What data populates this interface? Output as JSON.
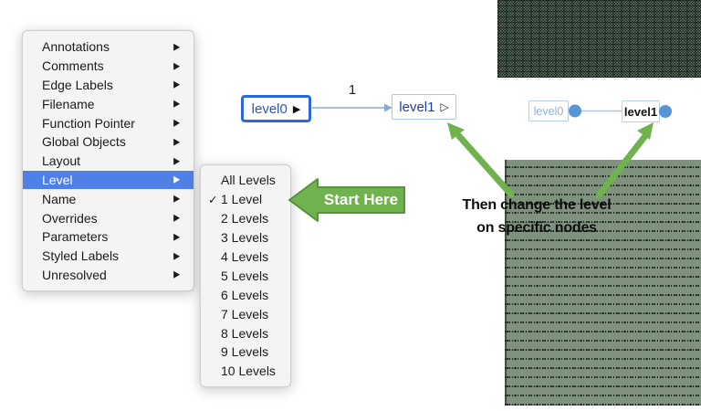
{
  "icons": {
    "menu_arrow": "▶",
    "check": "✓"
  },
  "colors": {
    "selection_blue": "#4f80e8",
    "node_border_blue": "#2c68dd",
    "edge_blue": "#85abd6",
    "port_blue": "#5795d6",
    "annotation_green": "#6fb24e",
    "texture_dark_green": "#5e7a66",
    "texture_light_green": "#7e927e"
  },
  "menu": {
    "highlighted_item": "Level",
    "items": [
      {
        "label": "Annotations"
      },
      {
        "label": "Comments"
      },
      {
        "label": "Edge Labels"
      },
      {
        "label": "Filename"
      },
      {
        "label": "Function Pointer"
      },
      {
        "label": "Global Objects"
      },
      {
        "label": "Layout"
      },
      {
        "label": "Level"
      },
      {
        "label": "Name"
      },
      {
        "label": "Overrides"
      },
      {
        "label": "Parameters"
      },
      {
        "label": "Styled Labels"
      },
      {
        "label": "Unresolved"
      }
    ]
  },
  "submenu": {
    "checked_item": "1 Level",
    "items": [
      {
        "label": "All Levels",
        "checked": false
      },
      {
        "label": "1 Level",
        "checked": true
      },
      {
        "label": "2 Levels",
        "checked": false
      },
      {
        "label": "3 Levels",
        "checked": false
      },
      {
        "label": "4 Levels",
        "checked": false
      },
      {
        "label": "5 Levels",
        "checked": false
      },
      {
        "label": "6 Levels",
        "checked": false
      },
      {
        "label": "7 Levels",
        "checked": false
      },
      {
        "label": "8 Levels",
        "checked": false
      },
      {
        "label": "9 Levels",
        "checked": false
      },
      {
        "label": "10 Levels",
        "checked": false
      }
    ]
  },
  "diagram": {
    "edge_label": "1",
    "node_level0": {
      "label": "level0",
      "port_glyph": "▶"
    },
    "node_level1": {
      "label": "level1",
      "port_glyph": "▷"
    }
  },
  "mini_diagram": {
    "node_level0": {
      "label": "level0"
    },
    "node_level1": {
      "label": "level1"
    }
  },
  "annotations": {
    "start_here": "Start Here",
    "note_line1": "Then change the level",
    "note_line2": "on specific nodes"
  }
}
